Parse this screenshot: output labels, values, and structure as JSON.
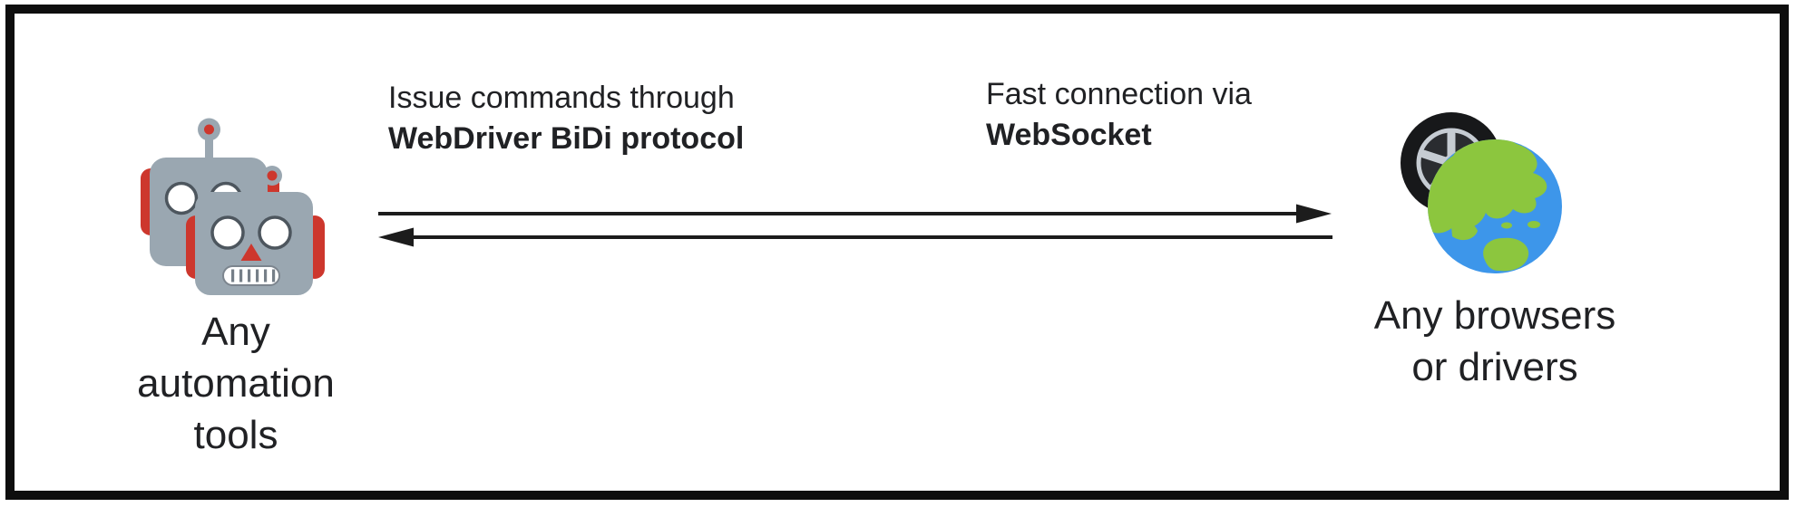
{
  "colors": {
    "frame": "#0e0e0e",
    "text": "#202124",
    "arrow": "#1c1c1c",
    "robot_body": "#9aa7b1",
    "robot_red": "#cd372d",
    "eye_stroke": "#4d565e",
    "mouth_bar": "#767f88",
    "tire": "#17181a",
    "rim": "#c6ccd3",
    "rim_dark": "#2a2c30",
    "hub_dot": "#8f979e",
    "ocean": "#3d96ea",
    "land": "#8cc63e"
  },
  "left_node": {
    "icon": "automation-robots-icon",
    "lines": [
      "Any",
      "automation",
      "tools"
    ]
  },
  "right_node": {
    "icon": "browsers-globe-wheel-icon",
    "lines": [
      "Any browsers",
      "or drivers"
    ]
  },
  "arrows": {
    "request": {
      "direction": "left-to-right",
      "label_regular": "Issue commands through",
      "label_bold": "WebDriver BiDi protocol"
    },
    "response": {
      "direction": "right-to-left",
      "label_regular": "Fast connection via",
      "label_bold": "WebSocket"
    }
  }
}
